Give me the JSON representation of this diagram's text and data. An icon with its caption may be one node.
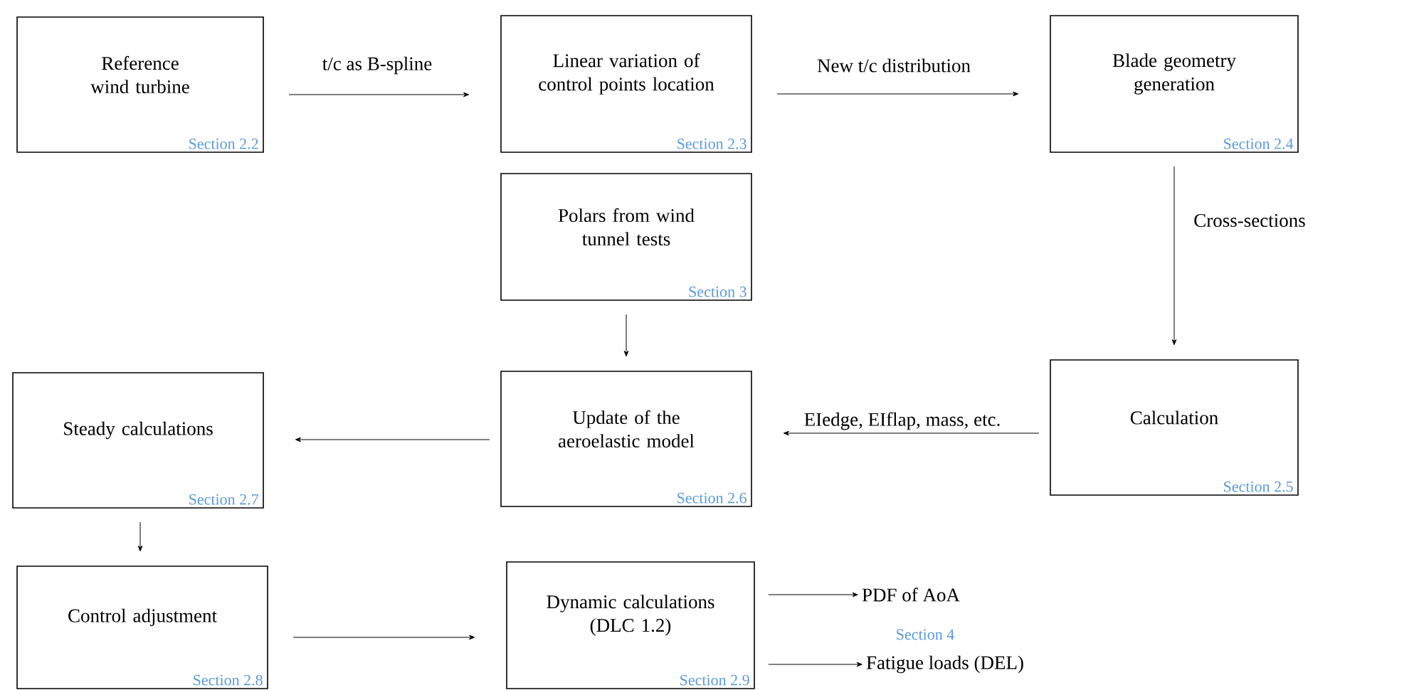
{
  "diagram": {
    "nodes": [
      {
        "text": [
          "Reference wind turbine",
          "Section 2.2"
        ]
      },
      {
        "text": [
          "Linear variation of control points location",
          "Section 2.3"
        ]
      },
      {
        "text": [
          "Blade geometry generation",
          "Section 2.4"
        ]
      },
      {
        "text": [
          "Polars from wind tunnel tests",
          "Section 3"
        ]
      },
      {
        "text": [
          "Steady calculations",
          "Section 2.7"
        ]
      },
      {
        "text": [
          "Update of the aeroelastic model",
          "Section 2.6"
        ]
      },
      {
        "text": [
          "Calculation",
          "Section 2.5"
        ]
      },
      {
        "text": [
          "Control adjustment",
          "Section 2.8"
        ]
      },
      {
        "text": [
          "Dynamic calculations (DLC 1.2)",
          "Section 2.9"
        ]
      },
      {
        "text": [
          "PDF of AoA"
        ]
      },
      {
        "text": [
          "Fatigue loads (DEL)"
        ]
      }
    ],
    "edges": [
      {
        "from": 0,
        "to": 1,
        "arrow": "to",
        "label": "t/c as B-spline"
      },
      {
        "from": 1,
        "to": 2,
        "arrow": "to",
        "label": "New t/c distribution"
      },
      {
        "from": 2,
        "to": 6,
        "arrow": "to",
        "label": "Cross-sections"
      },
      {
        "from": 3,
        "to": 5,
        "arrow": "to"
      },
      {
        "from": 6,
        "to": 5,
        "arrow": "to",
        "label": "EIedge, EIflap, mass, etc."
      },
      {
        "from": 5,
        "to": 4,
        "arrow": "to"
      },
      {
        "from": 4,
        "to": 7,
        "arrow": "to"
      },
      {
        "from": 7,
        "to": 8,
        "arrow": "to"
      },
      {
        "from": 8,
        "to": 9,
        "arrow": "to"
      },
      {
        "from": 8,
        "to": 10,
        "arrow": "to"
      }
    ],
    "labels": [
      "Section 4"
    ]
  }
}
